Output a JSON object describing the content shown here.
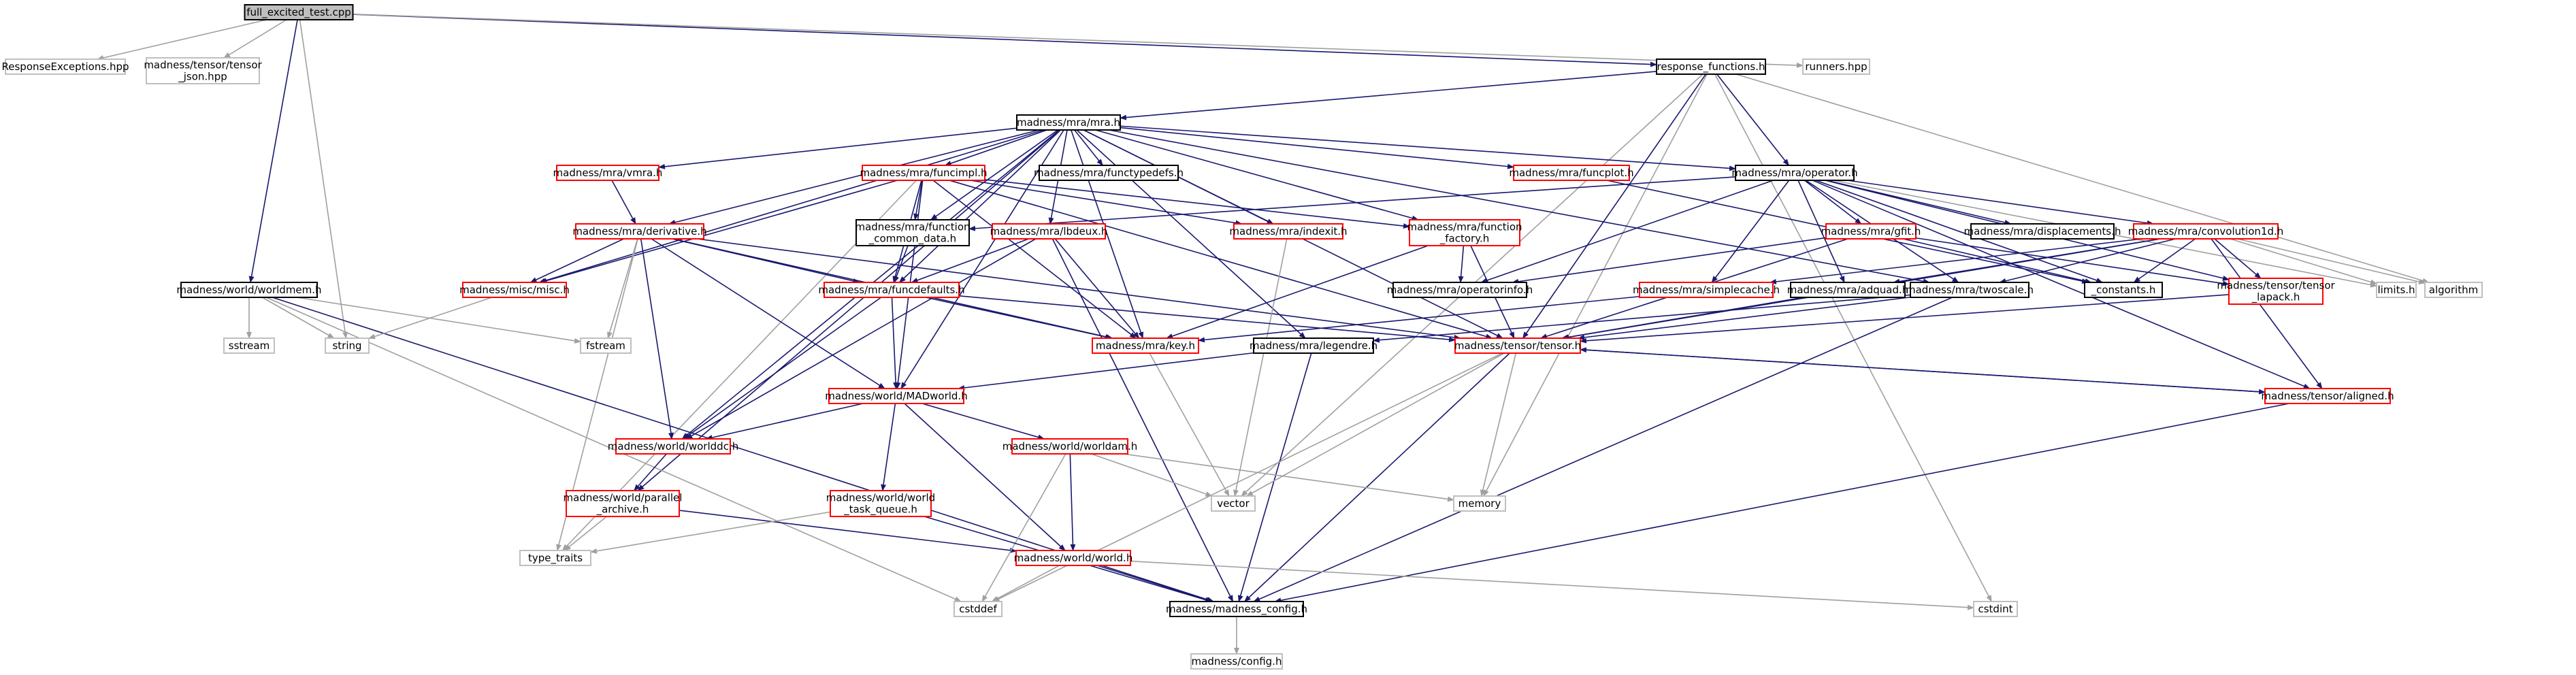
{
  "graph": {
    "colors": {
      "root_fill": "#bfbfbf",
      "root_border": "#000000",
      "documented": "#000000",
      "truncated": "#ff0000",
      "external": "#bfbfbf",
      "edge_default": "#191970",
      "edge_faded": "#a0a0a0"
    },
    "nodes": [
      {
        "id": "root",
        "lines": [
          "full_excited_test.cpp"
        ],
        "kind": "root"
      },
      {
        "id": "response_exceptions",
        "lines": [
          "ResponseExceptions.hpp"
        ],
        "kind": "external"
      },
      {
        "id": "tensor_json",
        "lines": [
          "madness/tensor/tensor",
          "_json.hpp"
        ],
        "kind": "external"
      },
      {
        "id": "response_functions",
        "lines": [
          "response_functions.h"
        ],
        "kind": "documented"
      },
      {
        "id": "runners",
        "lines": [
          "runners.hpp"
        ],
        "kind": "external"
      },
      {
        "id": "mra",
        "lines": [
          "madness/mra/mra.h"
        ],
        "kind": "documented"
      },
      {
        "id": "vmra",
        "lines": [
          "madness/mra/vmra.h"
        ],
        "kind": "truncated"
      },
      {
        "id": "funcimpl",
        "lines": [
          "madness/mra/funcimpl.h"
        ],
        "kind": "truncated"
      },
      {
        "id": "functypedefs",
        "lines": [
          "madness/mra/functypedefs.h"
        ],
        "kind": "documented"
      },
      {
        "id": "funcplot",
        "lines": [
          "madness/mra/funcplot.h"
        ],
        "kind": "truncated"
      },
      {
        "id": "operator",
        "lines": [
          "madness/mra/operator.h"
        ],
        "kind": "documented"
      },
      {
        "id": "derivative",
        "lines": [
          "madness/mra/derivative.h"
        ],
        "kind": "truncated"
      },
      {
        "id": "function_common",
        "lines": [
          "madness/mra/function",
          "_common_data.h"
        ],
        "kind": "documented"
      },
      {
        "id": "lbdeux",
        "lines": [
          "madness/mra/lbdeux.h"
        ],
        "kind": "truncated"
      },
      {
        "id": "indexit",
        "lines": [
          "madness/mra/indexit.h"
        ],
        "kind": "truncated"
      },
      {
        "id": "function_factory",
        "lines": [
          "madness/mra/function",
          "_factory.h"
        ],
        "kind": "truncated"
      },
      {
        "id": "gfit",
        "lines": [
          "madness/mra/gfit.h"
        ],
        "kind": "truncated"
      },
      {
        "id": "displacements",
        "lines": [
          "madness/mra/displacements.h"
        ],
        "kind": "documented"
      },
      {
        "id": "convolution1d",
        "lines": [
          "madness/mra/convolution1d.h"
        ],
        "kind": "truncated"
      },
      {
        "id": "worldmem",
        "lines": [
          "madness/world/worldmem.h"
        ],
        "kind": "documented"
      },
      {
        "id": "misc",
        "lines": [
          "madness/misc/misc.h"
        ],
        "kind": "truncated"
      },
      {
        "id": "funcdefaults",
        "lines": [
          "madness/mra/funcdefaults.h"
        ],
        "kind": "truncated"
      },
      {
        "id": "operatorinfo",
        "lines": [
          "madness/mra/operatorinfo.h"
        ],
        "kind": "documented"
      },
      {
        "id": "simplecache",
        "lines": [
          "madness/mra/simplecache.h"
        ],
        "kind": "truncated"
      },
      {
        "id": "adquad",
        "lines": [
          "madness/mra/adquad.h"
        ],
        "kind": "documented"
      },
      {
        "id": "twoscale",
        "lines": [
          "madness/mra/twoscale.h"
        ],
        "kind": "documented"
      },
      {
        "id": "constants",
        "lines": [
          "_constants.h"
        ],
        "kind": "documented"
      },
      {
        "id": "tensor_lapack",
        "lines": [
          "madness/tensor/tensor",
          "_lapack.h"
        ],
        "kind": "truncated"
      },
      {
        "id": "limits",
        "lines": [
          "limits.h"
        ],
        "kind": "external"
      },
      {
        "id": "algorithm",
        "lines": [
          "algorithm"
        ],
        "kind": "external"
      },
      {
        "id": "sstream",
        "lines": [
          "sstream"
        ],
        "kind": "external"
      },
      {
        "id": "string",
        "lines": [
          "string"
        ],
        "kind": "external"
      },
      {
        "id": "fstream",
        "lines": [
          "fstream"
        ],
        "kind": "external"
      },
      {
        "id": "key",
        "lines": [
          "madness/mra/key.h"
        ],
        "kind": "truncated"
      },
      {
        "id": "legendre",
        "lines": [
          "madness/mra/legendre.h"
        ],
        "kind": "documented"
      },
      {
        "id": "tensor",
        "lines": [
          "madness/tensor/tensor.h"
        ],
        "kind": "truncated"
      },
      {
        "id": "madworld",
        "lines": [
          "madness/world/MADworld.h"
        ],
        "kind": "truncated"
      },
      {
        "id": "aligned",
        "lines": [
          "madness/tensor/aligned.h"
        ],
        "kind": "truncated"
      },
      {
        "id": "worlddc",
        "lines": [
          "madness/world/worlddc.h"
        ],
        "kind": "truncated"
      },
      {
        "id": "worldam",
        "lines": [
          "madness/world/worldam.h"
        ],
        "kind": "truncated"
      },
      {
        "id": "parallel_archive",
        "lines": [
          "madness/world/parallel",
          "_archive.h"
        ],
        "kind": "truncated"
      },
      {
        "id": "world_task_queue",
        "lines": [
          "madness/world/world",
          "_task_queue.h"
        ],
        "kind": "truncated"
      },
      {
        "id": "vector",
        "lines": [
          "vector"
        ],
        "kind": "external"
      },
      {
        "id": "memory",
        "lines": [
          "memory"
        ],
        "kind": "external"
      },
      {
        "id": "type_traits",
        "lines": [
          "type_traits"
        ],
        "kind": "external"
      },
      {
        "id": "world",
        "lines": [
          "madness/world/world.h"
        ],
        "kind": "truncated"
      },
      {
        "id": "cstddef",
        "lines": [
          "cstddef"
        ],
        "kind": "external"
      },
      {
        "id": "madness_config",
        "lines": [
          "madness/madness_config.h"
        ],
        "kind": "documented"
      },
      {
        "id": "cstdint",
        "lines": [
          "cstdint"
        ],
        "kind": "external"
      },
      {
        "id": "config",
        "lines": [
          "madness/config.h"
        ],
        "kind": "external"
      }
    ],
    "edges": [
      [
        "root",
        "response_exceptions"
      ],
      [
        "root",
        "tensor_json"
      ],
      [
        "root",
        "response_functions"
      ],
      [
        "root",
        "runners"
      ],
      [
        "root",
        "worldmem"
      ],
      [
        "root",
        "string"
      ],
      [
        "response_functions",
        "mra"
      ],
      [
        "response_functions",
        "operator"
      ],
      [
        "response_functions",
        "algorithm"
      ],
      [
        "response_functions",
        "cstdint"
      ],
      [
        "response_functions",
        "memory"
      ],
      [
        "response_functions",
        "vector"
      ],
      [
        "response_functions",
        "tensor"
      ],
      [
        "mra",
        "vmra"
      ],
      [
        "mra",
        "funcimpl"
      ],
      [
        "mra",
        "functypedefs"
      ],
      [
        "mra",
        "funcplot"
      ],
      [
        "mra",
        "operator"
      ],
      [
        "mra",
        "derivative"
      ],
      [
        "mra",
        "function_common"
      ],
      [
        "mra",
        "lbdeux"
      ],
      [
        "mra",
        "indexit"
      ],
      [
        "mra",
        "function_factory"
      ],
      [
        "mra",
        "misc"
      ],
      [
        "mra",
        "funcdefaults"
      ],
      [
        "mra",
        "key"
      ],
      [
        "mra",
        "legendre"
      ],
      [
        "mra",
        "tensor"
      ],
      [
        "mra",
        "madworld"
      ],
      [
        "mra",
        "worlddc"
      ],
      [
        "mra",
        "parallel_archive"
      ],
      [
        "mra",
        "twoscale"
      ],
      [
        "vmra",
        "derivative"
      ],
      [
        "funcimpl",
        "function_common"
      ],
      [
        "funcimpl",
        "indexit"
      ],
      [
        "funcimpl",
        "function_factory"
      ],
      [
        "funcimpl",
        "misc"
      ],
      [
        "funcimpl",
        "funcdefaults"
      ],
      [
        "funcimpl",
        "key"
      ],
      [
        "funcimpl",
        "tensor"
      ],
      [
        "funcimpl",
        "madworld"
      ],
      [
        "funcimpl",
        "type_traits"
      ],
      [
        "funcplot",
        "constants"
      ],
      [
        "operator",
        "function_common"
      ],
      [
        "operator",
        "gfit"
      ],
      [
        "operator",
        "displacements"
      ],
      [
        "operator",
        "convolution1d"
      ],
      [
        "operator",
        "operatorinfo"
      ],
      [
        "operator",
        "simplecache"
      ],
      [
        "operator",
        "adquad"
      ],
      [
        "operator",
        "twoscale"
      ],
      [
        "operator",
        "constants"
      ],
      [
        "operator",
        "tensor_lapack"
      ],
      [
        "operator",
        "limits"
      ],
      [
        "operator",
        "aligned"
      ],
      [
        "derivative",
        "misc"
      ],
      [
        "derivative",
        "funcdefaults"
      ],
      [
        "derivative",
        "fstream"
      ],
      [
        "derivative",
        "key"
      ],
      [
        "derivative",
        "tensor"
      ],
      [
        "derivative",
        "madworld"
      ],
      [
        "derivative",
        "worlddc"
      ],
      [
        "derivative",
        "type_traits"
      ],
      [
        "function_common",
        "funcdefaults"
      ],
      [
        "lbdeux",
        "funcdefaults"
      ],
      [
        "lbdeux",
        "key"
      ],
      [
        "lbdeux",
        "worlddc"
      ],
      [
        "lbdeux",
        "madness_config"
      ],
      [
        "indexit",
        "vector"
      ],
      [
        "function_factory",
        "operatorinfo"
      ],
      [
        "function_factory",
        "key"
      ],
      [
        "function_factory",
        "tensor"
      ],
      [
        "gfit",
        "operatorinfo"
      ],
      [
        "gfit",
        "tensor"
      ],
      [
        "gfit",
        "constants"
      ],
      [
        "gfit",
        "tensor_lapack"
      ],
      [
        "convolution1d",
        "simplecache"
      ],
      [
        "convolution1d",
        "adquad"
      ],
      [
        "convolution1d",
        "twoscale"
      ],
      [
        "convolution1d",
        "constants"
      ],
      [
        "convolution1d",
        "tensor_lapack"
      ],
      [
        "convolution1d",
        "limits"
      ],
      [
        "convolution1d",
        "algorithm"
      ],
      [
        "convolution1d",
        "tensor"
      ],
      [
        "convolution1d",
        "aligned"
      ],
      [
        "worldmem",
        "sstream"
      ],
      [
        "worldmem",
        "string"
      ],
      [
        "worldmem",
        "fstream"
      ],
      [
        "worldmem",
        "cstddef"
      ],
      [
        "worldmem",
        "madness_config"
      ],
      [
        "misc",
        "string"
      ],
      [
        "funcdefaults",
        "key"
      ],
      [
        "funcdefaults",
        "tensor"
      ],
      [
        "funcdefaults",
        "madworld"
      ],
      [
        "funcdefaults",
        "worlddc"
      ],
      [
        "simplecache",
        "key"
      ],
      [
        "adquad",
        "tensor"
      ],
      [
        "twoscale",
        "legendre"
      ],
      [
        "twoscale",
        "tensor"
      ],
      [
        "twoscale",
        "madness_config"
      ],
      [
        "tensor_lapack",
        "tensor"
      ],
      [
        "key",
        "vector"
      ],
      [
        "legendre",
        "madworld"
      ],
      [
        "legendre",
        "madness_config"
      ],
      [
        "tensor",
        "aligned"
      ],
      [
        "tensor",
        "vector"
      ],
      [
        "tensor",
        "memory"
      ],
      [
        "tensor",
        "cstddef"
      ],
      [
        "tensor",
        "madness_config"
      ],
      [
        "aligned",
        "tensor"
      ],
      [
        "aligned",
        "madness_config"
      ],
      [
        "madworld",
        "worlddc"
      ],
      [
        "madworld",
        "worldam"
      ],
      [
        "madworld",
        "world_task_queue"
      ],
      [
        "madworld",
        "world"
      ],
      [
        "worlddc",
        "parallel_archive"
      ],
      [
        "parallel_archive",
        "type_traits"
      ],
      [
        "parallel_archive",
        "world"
      ],
      [
        "worldam",
        "vector"
      ],
      [
        "worldam",
        "memory"
      ],
      [
        "worldam",
        "world"
      ],
      [
        "worldam",
        "cstddef"
      ],
      [
        "world_task_queue",
        "type_traits"
      ],
      [
        "world_task_queue",
        "madness_config"
      ],
      [
        "world",
        "cstddef"
      ],
      [
        "world",
        "madness_config"
      ],
      [
        "world",
        "cstdint"
      ],
      [
        "madness_config",
        "config"
      ]
    ]
  }
}
